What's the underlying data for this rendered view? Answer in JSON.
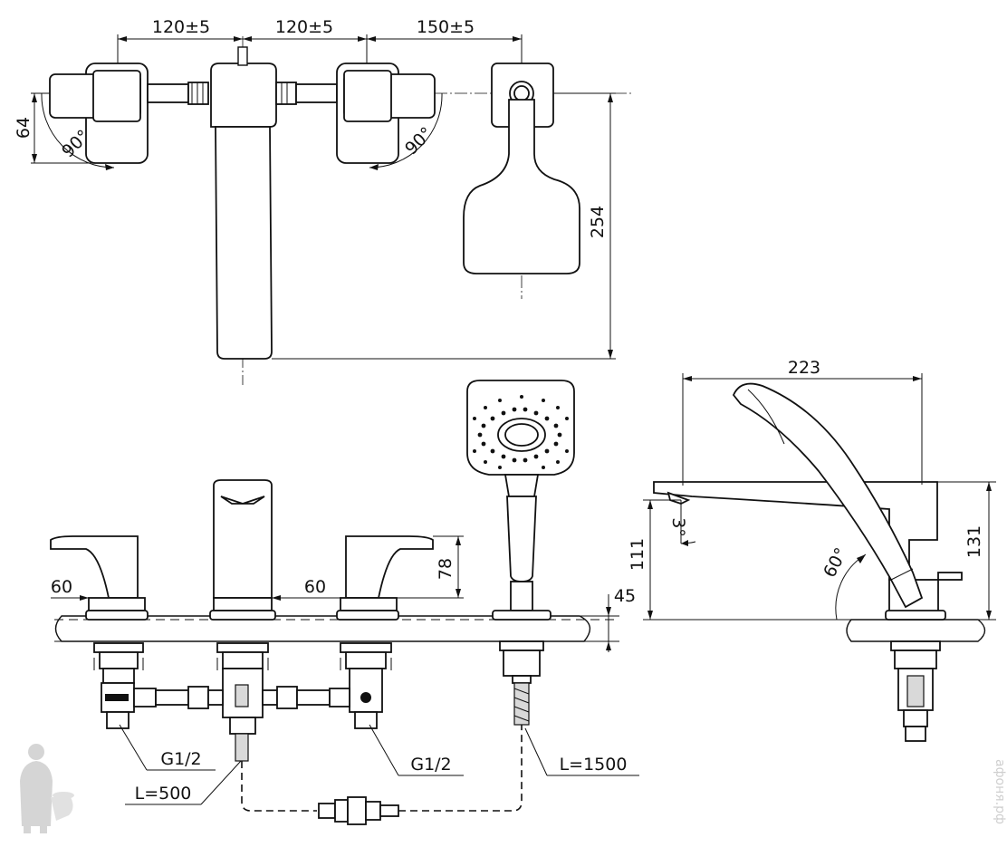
{
  "top_view": {
    "spacing_left": "120±5",
    "spacing_mid": "120±5",
    "spacing_right": "150±5",
    "depth": "64",
    "angle_left": "90°",
    "angle_right": "90°",
    "length": "254"
  },
  "front_view": {
    "handle_offset_left": "60",
    "handle_offset_mid": "60",
    "handle_height": "78",
    "deck_thickness": "45",
    "thread_left": "G1/2",
    "thread_right": "G1/2",
    "hose_short": "L=500",
    "hose_long": "L=1500"
  },
  "side_view": {
    "reach": "223",
    "spout_height": "111",
    "total_height": "131",
    "spout_angle": "3°",
    "holder_angle": "60°"
  },
  "watermark": {
    "text": "афоня.рф",
    "icon": "plumber-mascot-icon"
  }
}
